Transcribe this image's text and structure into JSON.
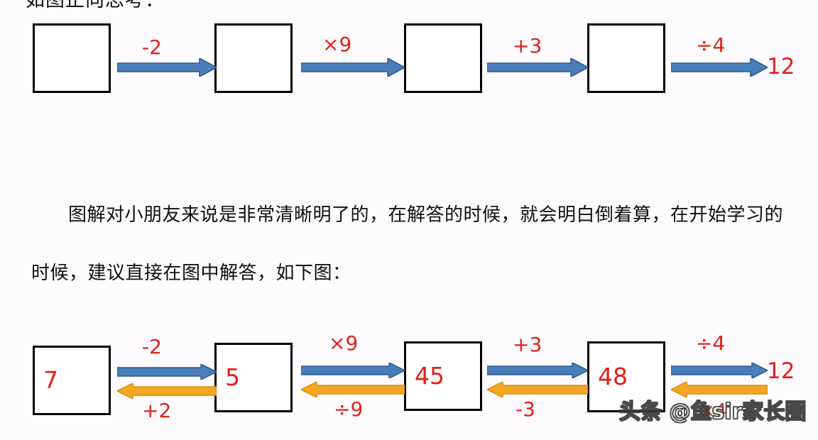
{
  "page": {
    "top_cropped_heading": "如图正向思考：",
    "background_color": "#fdfbfd",
    "red": "#e0211b",
    "blue": "#4a7ebb",
    "blue_dark": "#2e5a8e",
    "orange": "#f5a623",
    "orange_dark": "#d98f0b",
    "black": "#000000"
  },
  "paragraph": {
    "text": "图解对小朋友来说是非常清晰明了的，在解答的时候，就会明白倒着算，在开始学习的时候，建议直接在图中解答，如下图："
  },
  "diagram_blank": {
    "caption": "empty-flow-diagram",
    "boxes": [
      {
        "value": ""
      },
      {
        "value": ""
      },
      {
        "value": ""
      },
      {
        "value": ""
      }
    ],
    "forward_ops": [
      "-2",
      "×9",
      "+3",
      "÷4"
    ],
    "result": "12"
  },
  "diagram_solved": {
    "caption": "solved-flow-diagram",
    "boxes": [
      {
        "value": "7"
      },
      {
        "value": "5"
      },
      {
        "value": "45"
      },
      {
        "value": "48"
      }
    ],
    "forward_ops": [
      "-2",
      "×9",
      "+3",
      "÷4"
    ],
    "reverse_ops": [
      "+2",
      "÷9",
      "-3",
      "×4"
    ],
    "result": "12"
  },
  "watermark": {
    "text": "头条 @鱼sir家长圈"
  }
}
